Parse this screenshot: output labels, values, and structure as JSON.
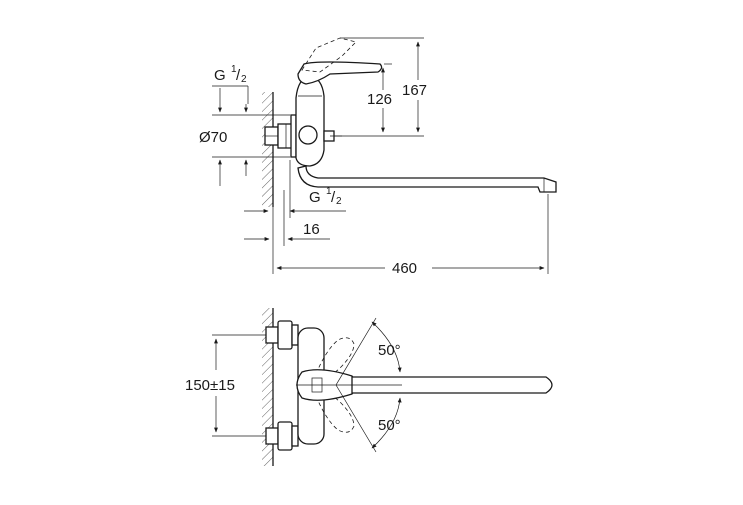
{
  "dimensions": {
    "thread_top": {
      "prefix": "G ",
      "sup": "1",
      "sep": "/",
      "sub": "2"
    },
    "thread_bottom": {
      "prefix": "G ",
      "sup": "1",
      "sep": "/",
      "sub": "2"
    },
    "diameter": "Ø70",
    "height_126": "126",
    "height_167": "167",
    "offset_16": "16",
    "reach_460": "460",
    "center_distance": "150±15",
    "angle_upper": "50°",
    "angle_lower": "50°"
  }
}
